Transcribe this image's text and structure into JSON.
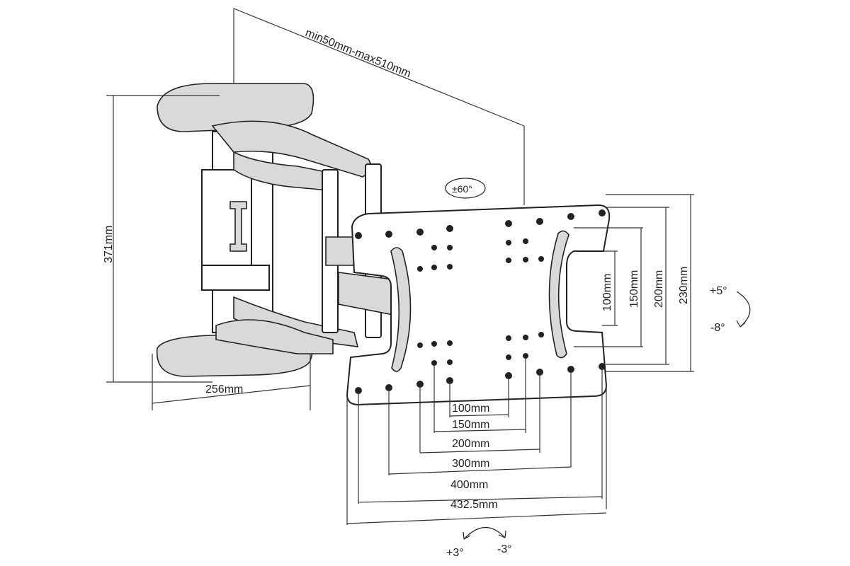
{
  "labels": {
    "wall_distance": "min50mm-max510mm",
    "height_371": "371mm",
    "width_256": "256mm",
    "swivel": "±60°",
    "tilt_up": "+5°",
    "tilt_down": "-8°",
    "rotate_plus": "+3°",
    "rotate_minus": "-3°",
    "vertical_dims": [
      "100mm",
      "150mm",
      "200mm",
      "230mm"
    ],
    "horizontal_dims": [
      "100mm",
      "150mm",
      "200mm",
      "300mm",
      "400mm",
      "432.5mm"
    ]
  }
}
